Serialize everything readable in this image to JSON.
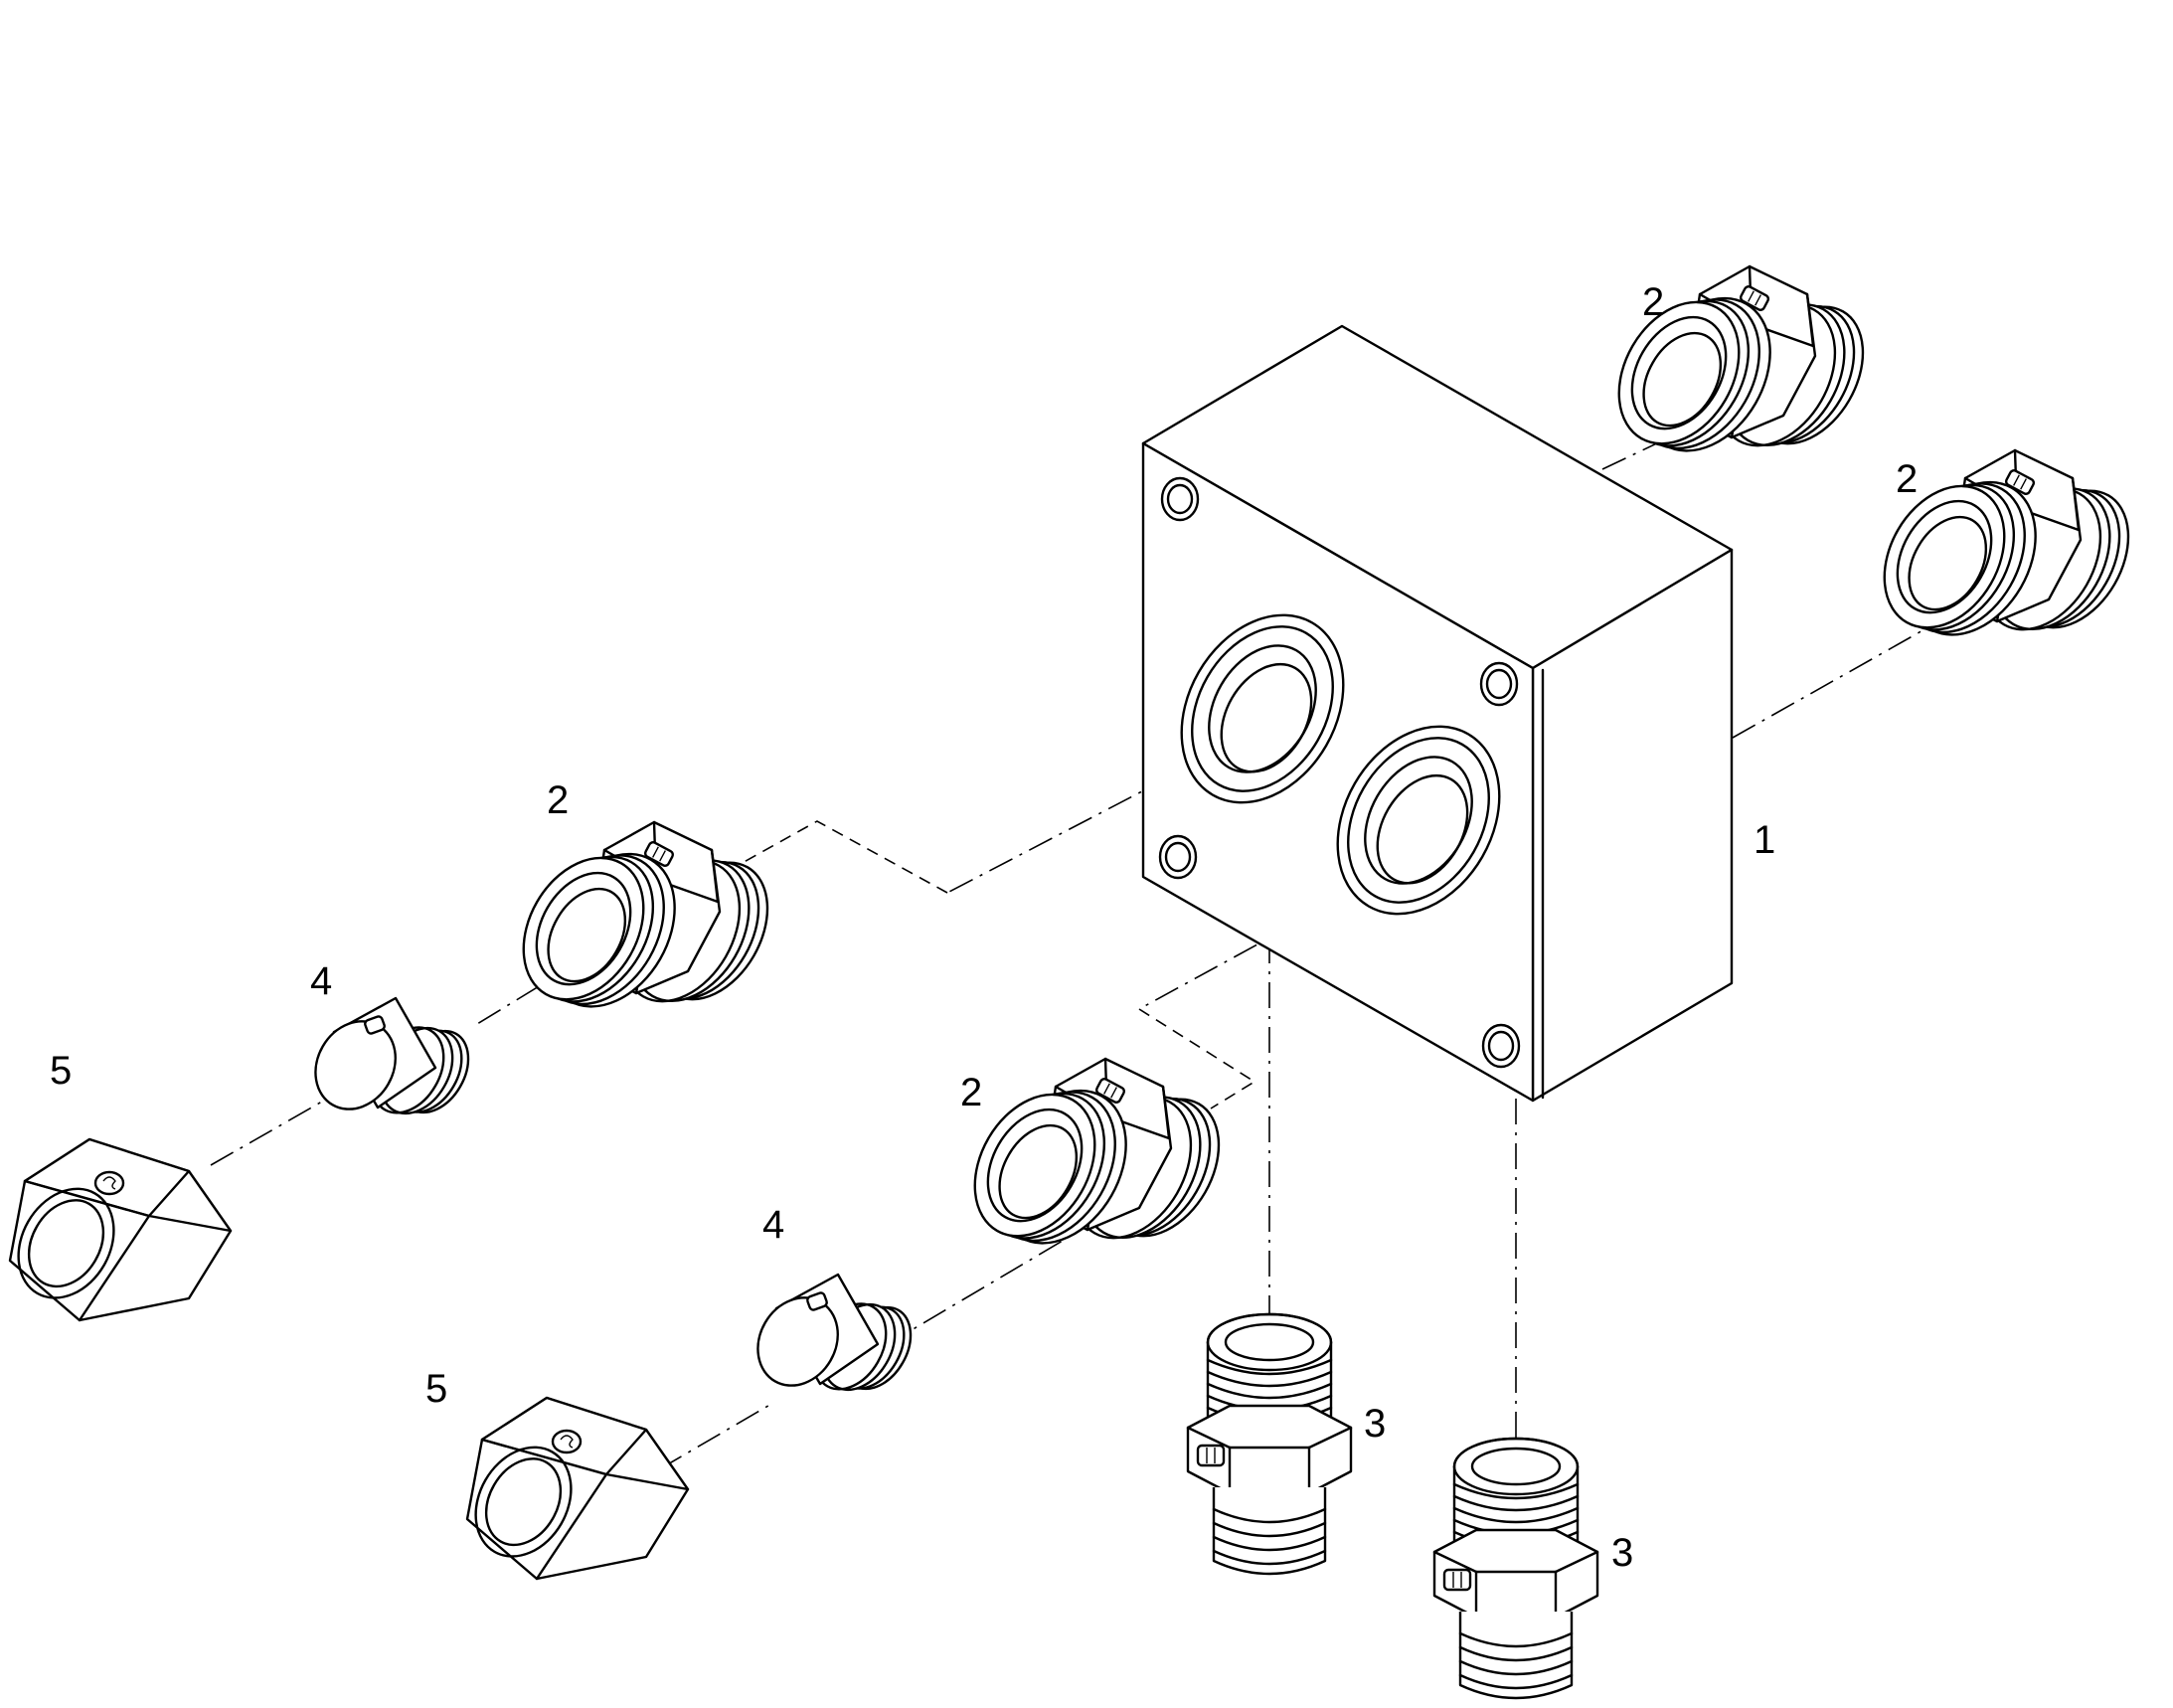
{
  "diagram": {
    "type": "exploded-assembly",
    "callouts": [
      {
        "id": "c1",
        "text": "1"
      },
      {
        "id": "c2a",
        "text": "2"
      },
      {
        "id": "c2b",
        "text": "2"
      },
      {
        "id": "c2c",
        "text": "2"
      },
      {
        "id": "c2d",
        "text": "2"
      },
      {
        "id": "c3a",
        "text": "3"
      },
      {
        "id": "c3b",
        "text": "3"
      },
      {
        "id": "c4a",
        "text": "4"
      },
      {
        "id": "c4b",
        "text": "4"
      },
      {
        "id": "c5a",
        "text": "5"
      },
      {
        "id": "c5b",
        "text": "5"
      }
    ]
  }
}
